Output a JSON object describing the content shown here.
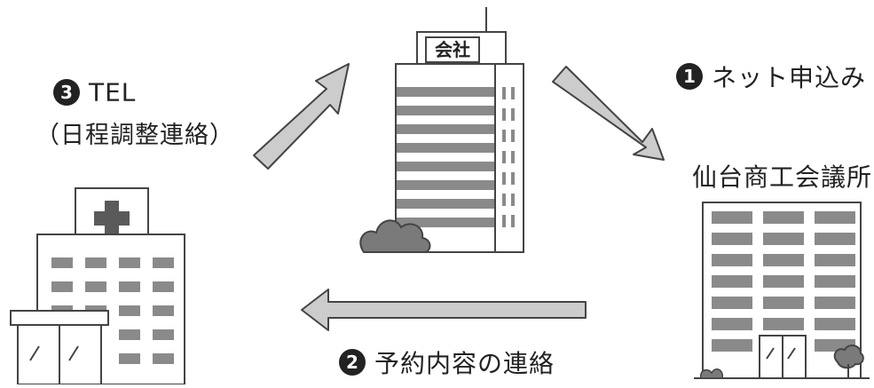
{
  "steps": [
    {
      "number": "1",
      "text": "ネット申込み"
    },
    {
      "number": "2",
      "text": "予約内容の連絡"
    },
    {
      "number": "3",
      "text": "TEL"
    }
  ],
  "step3_note": "（日程調整連絡）",
  "company": {
    "sign": "会社"
  },
  "chamber": {
    "name": "仙台商工会議所"
  },
  "colors": {
    "line": "#444444",
    "arrow_fill": "#cccccc",
    "window": "#8a8a8a",
    "wall": "#ffffff",
    "bush": "#7a7a7a",
    "cross": "#5a5a5a"
  }
}
